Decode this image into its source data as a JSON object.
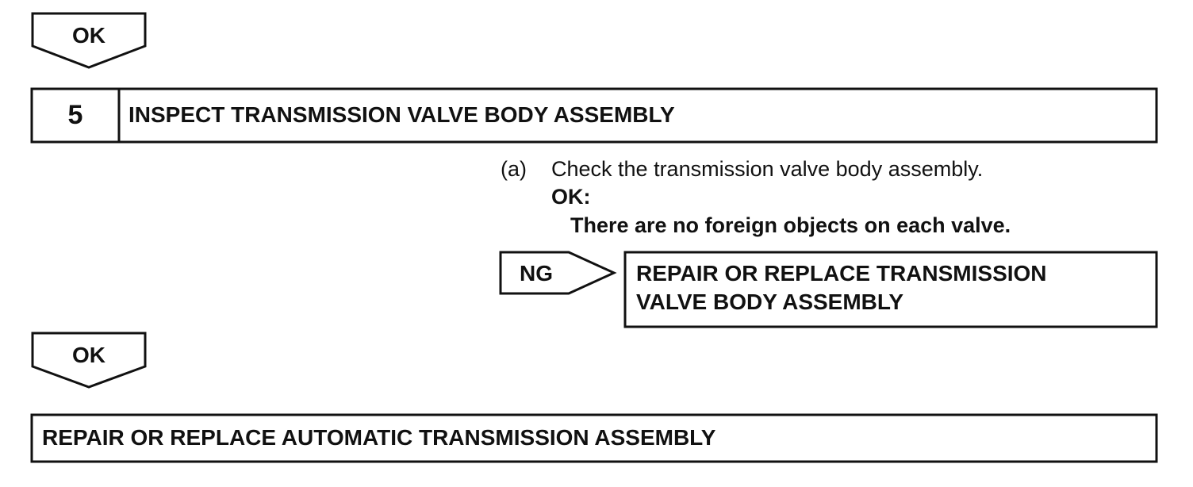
{
  "top_ok": {
    "label": "OK"
  },
  "step": {
    "number": "5",
    "title": "INSPECT TRANSMISSION VALVE BODY ASSEMBLY"
  },
  "instruction": {
    "marker": "(a)",
    "text": "Check the transmission valve body assembly.",
    "ok_heading": "OK:",
    "ok_criteria": "There are no foreign objects on each valve."
  },
  "ng_branch": {
    "label": "NG",
    "result_lines": [
      "REPAIR OR REPLACE TRANSMISSION",
      "VALVE BODY ASSEMBLY"
    ]
  },
  "bottom_ok": {
    "label": "OK"
  },
  "final_action": {
    "text": "REPAIR OR REPLACE AUTOMATIC TRANSMISSION ASSEMBLY"
  }
}
